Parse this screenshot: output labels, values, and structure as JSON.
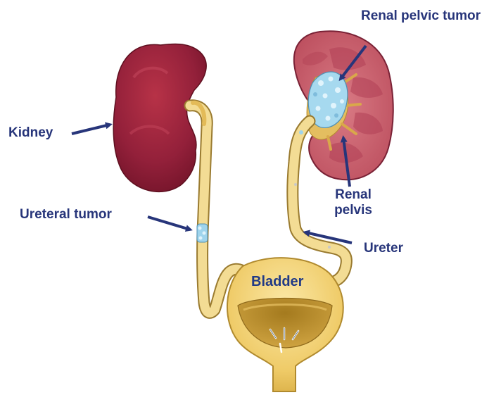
{
  "labels": {
    "renal_pelvic_tumor": "Renal pelvic tumor",
    "kidney": "Kidney",
    "renal": "Renal",
    "pelvis": "pelvis",
    "ureteral_tumor": "Ureteral tumor",
    "ureter": "Ureter",
    "bladder": "Bladder"
  },
  "colors": {
    "label_text": "#27357a",
    "arrow": "#27357a",
    "kidney_dark": "#8c1a2f",
    "kidney_cut_surface": "#c9606c",
    "renal_pelvis_fat": "#e0b85a",
    "ureter_fill": "#f1d68a",
    "ureter_outline": "#9a7b30",
    "bladder_fill": "#f0cf74",
    "tumor": "#9fd4ec"
  },
  "icons": {
    "arrows": "arrow-icon",
    "tumor_texture": "tumor-cluster"
  }
}
